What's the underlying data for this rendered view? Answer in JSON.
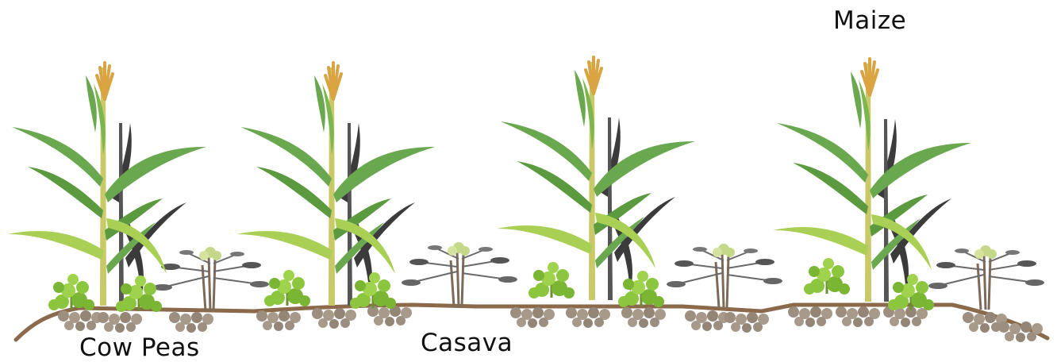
{
  "labels": {
    "maize": "Maize",
    "cow_peas": "Cow Peas",
    "casava": "Casava"
  },
  "colors": {
    "maize_leaf": "#6aa84f",
    "maize_leaf_light": "#a9cf54",
    "maize_stalk": "#c9c96a",
    "dry_leaf": "#3b3b3b",
    "tassel": "#d9a441",
    "cowpea_leaf": "#8cc63f",
    "cassava_leaf": "#c5d88a",
    "cassava_stem": "#7d6b5a",
    "soil_surface": "#8a6a4a",
    "soil_clods": "#9c8f80"
  },
  "icons": [
    "maize-plant-icon",
    "cowpea-plant-icon",
    "cassava-plant-icon",
    "soil-ridge-icon"
  ]
}
